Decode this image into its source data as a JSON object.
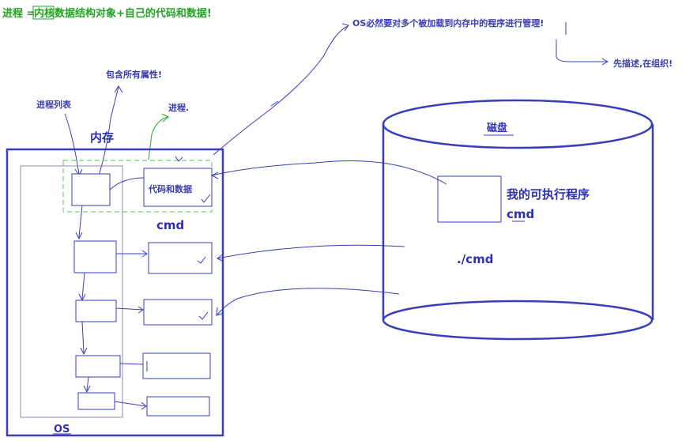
{
  "title": {
    "prefix": "进程 = ",
    "highlight": "内核",
    "rest": "数据结构对象+自己的代码和数据!"
  },
  "labels": {
    "os_manage": "OS必然要对多个被加载到内存中的程序进行管理!",
    "describe_organize": "先描述,在组织!",
    "all_attributes": "包含所有属性!",
    "process_list": "进程列表",
    "process": "进程.",
    "memory": "内存",
    "code_and_data": "代码和数据",
    "cmd_memory": "cmd",
    "os": "OS",
    "disk": "磁盘",
    "my_executable": "我的可执行程序",
    "cmd_disk": "cmd",
    "run_cmd": "./cmd"
  },
  "colors": {
    "blue": "#3a3db8",
    "green": "#22aa22",
    "dash_green": "#4cc94c",
    "gray_box": "#8a8ab8"
  }
}
